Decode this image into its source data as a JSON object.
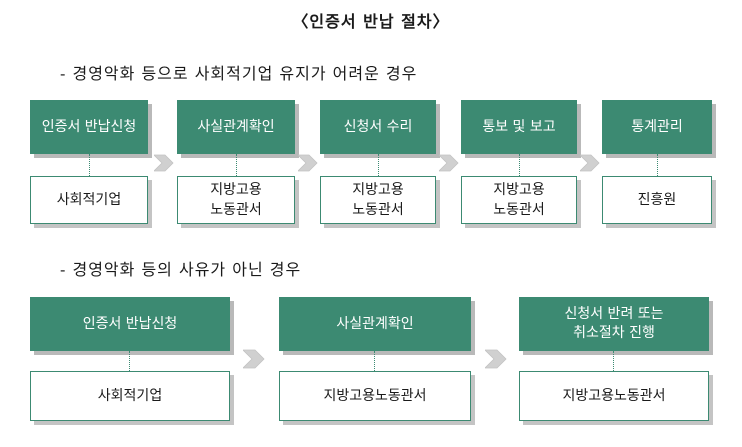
{
  "title": "〈인증서 반납 절차〉",
  "section1": {
    "heading": "- 경영악화 등으로 사회적기업 유지가 어려운 경우",
    "steps": [
      {
        "label": "인증서 반납신청",
        "actor": "사회적기업"
      },
      {
        "label": "사실관계확인",
        "actor": "지방고용\n노동관서"
      },
      {
        "label": "신청서 수리",
        "actor": "지방고용\n노동관서"
      },
      {
        "label": "통보 및 보고",
        "actor": "지방고용\n노동관서"
      },
      {
        "label": "통계관리",
        "actor": "진흥원"
      }
    ]
  },
  "section2": {
    "heading": "- 경영악화 등의 사유가 아닌 경우",
    "steps": [
      {
        "label": "인증서 반납신청",
        "actor": "사회적기업"
      },
      {
        "label": "사실관계확인",
        "actor": "지방고용노동관서"
      },
      {
        "label": "신청서 반려 또는\n취소절차 진행",
        "actor": "지방고용노동관서"
      }
    ]
  },
  "colors": {
    "step_fill": "#3c8a72",
    "step_text": "#ffffff",
    "actor_border": "#3c8a72",
    "shadow": "#b9b9b9",
    "arrow": "#d0d0d0"
  }
}
